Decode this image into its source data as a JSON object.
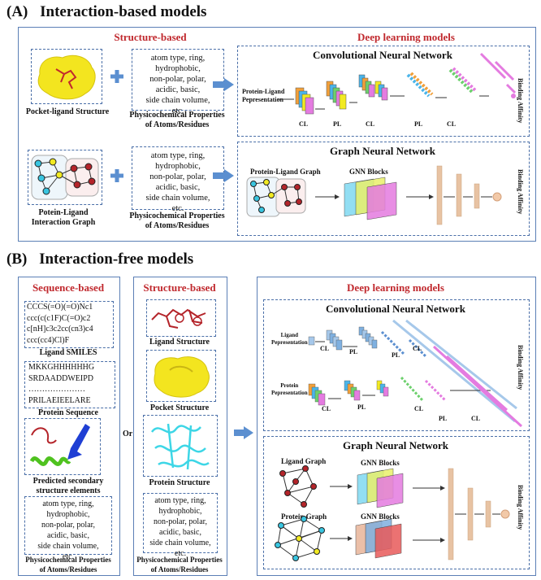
{
  "sectionA": {
    "letter": "(A)",
    "title": "Interaction-based models",
    "structure_heading": "Structure-based",
    "dl_heading": "Deep learning models",
    "pocket_caption": "Pocket-ligand Structure",
    "props_text": "atom type, ring,\nhydrophobic,\nnon-polar, polar,\nacidic, basic,\nside chain volume,\netc.",
    "props_caption": "Physicochemical Properties\nof Atoms/Residues",
    "graph_caption": "Potein-Ligand\nInteraction Graph",
    "cnn": {
      "title": "Convolutional Neural Network",
      "input": "Protein-Ligand\nPepresentation",
      "cl": "CL",
      "pl": "PL",
      "output": "Binding Affinity"
    },
    "gnn": {
      "title": "Graph Neural Network",
      "input": "Protein-Ligand Graph",
      "blocks": "GNN Blocks",
      "output": "Binding Affinity"
    }
  },
  "sectionB": {
    "letter": "(B)",
    "title": "Interaction-free models",
    "seq_heading": "Sequence-based",
    "smiles_text": "CCCS(=O)(=O)Nc1\nccc(c(c1F)C(=O)c2\nc[nH]c3c2cc(cn3)c4\nccc(cc4)Cl)F",
    "smiles_caption": "Ligand SMILES",
    "protein_seq": "MKKGHHHHHHG\nSRDAADDWEIPD\n…………………\nPRILAEIEELARE",
    "protein_caption": "Protein Sequence",
    "secondary_caption": "Predicted secondary\nstructure elements",
    "props_text": "atom type, ring,\nhydrophobic,\nnon-polar, polar,\nacidic, basic,\nside chain volume,\netc.",
    "props_caption": "Physicochemical Properties\nof Atoms/Residues",
    "or_label": "Or",
    "struct_heading": "Structure-based",
    "ligand_caption": "Ligand Structure",
    "pocket_caption": "Pocket Structure",
    "protein_caption2": "Protein Structure",
    "props_text2": "atom type, ring,\nhydrophobic,\nnon-polar, polar,\nacidic, basic,\nside chain volume,\netc.",
    "props_caption2": "Physicochemical Properties\nof Atoms/Residues",
    "dl_heading": "Deep learning models",
    "cnn": {
      "title": "Convolutional Neural Network",
      "ligand_input": "Ligand\nPepresentation",
      "protein_input": "Protein\nPepresentation",
      "cl": "CL",
      "pl": "PL",
      "output": "Binding Affinity"
    },
    "gnn": {
      "title": "Graph Neural Network",
      "ligand_graph": "Ligand Graph",
      "protein_graph": "Protein Graph",
      "blocks": "GNN Blocks",
      "output": "Binding Affinity"
    }
  },
  "colors": {
    "heading_red": "#c0282d",
    "panel_blue": "#5b7fb6",
    "arrow_blue": "#5b8fd0",
    "pink": "#e47be0",
    "yellow": "#f2ea22",
    "node_cyan": "#39c5e0",
    "node_red": "#b4242a",
    "fc_bar": "#e8c3a3"
  }
}
